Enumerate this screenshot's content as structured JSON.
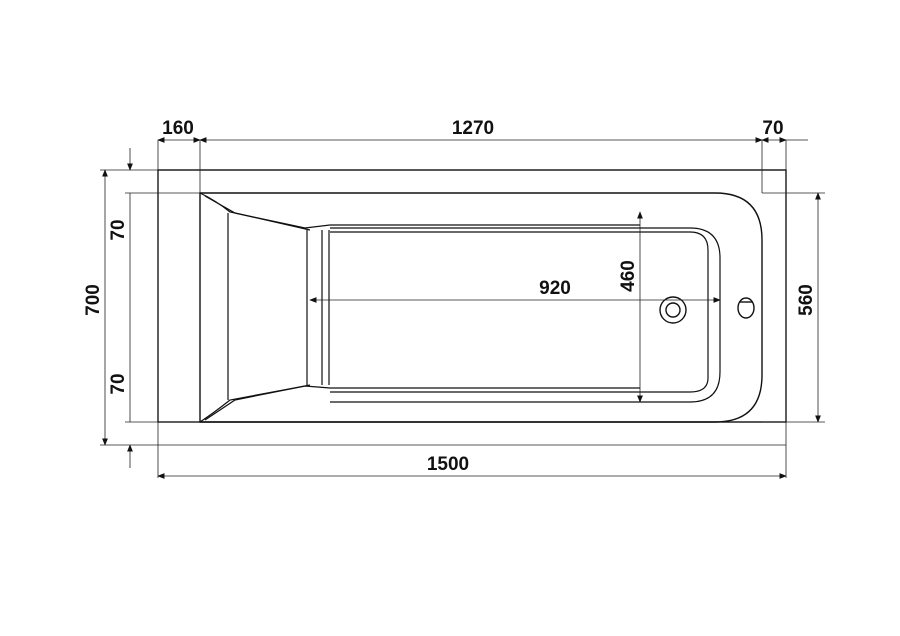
{
  "dimensions": {
    "top_left": "160",
    "top_middle": "1270",
    "top_right": "70",
    "overall_length": "1500",
    "overall_width": "700",
    "rim_top": "70",
    "rim_bottom": "70",
    "inner_width": "560",
    "inner_length": "920",
    "inner_depth": "460"
  },
  "colors": {
    "line": "#111111",
    "background": "#ffffff"
  }
}
